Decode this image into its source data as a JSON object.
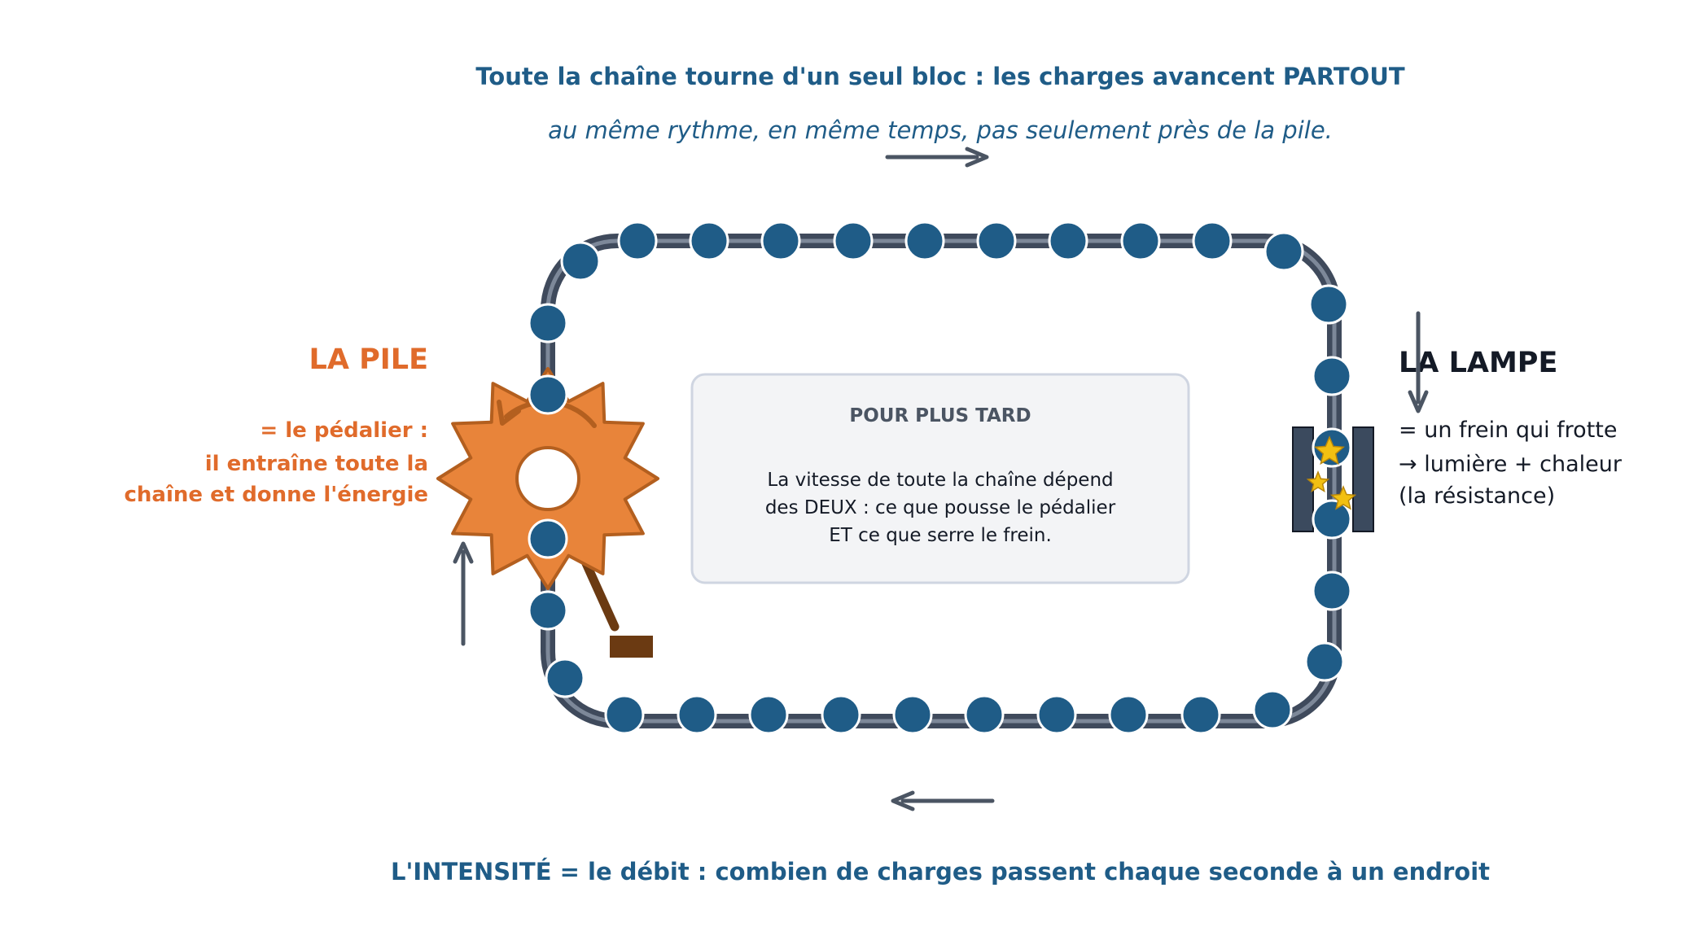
{
  "header": {
    "title": "Toute la chaîne tourne d'un seul bloc : les charges avancent PARTOUT",
    "subtitle": "au même rythme, en même temps, pas seulement près de la pile."
  },
  "pile": {
    "title": "LA PILE",
    "lines": [
      "= le pédalier :",
      "il entraîne toute la",
      "chaîne et donne l'énergie"
    ]
  },
  "lamp": {
    "title": "LA LAMPE",
    "lines": [
      "= un frein qui frotte",
      "→ lumière + chaleur",
      "(la résistance)"
    ]
  },
  "note": {
    "title": "POUR PLUS TARD",
    "lines": [
      "La vitesse de toute la chaîne dépend",
      "des DEUX : ce que pousse le pédalier",
      "ET ce que serre le frein."
    ]
  },
  "footer": {
    "text": "L'INTENSITÉ = le débit : combien de charges passent chaque seconde à un endroit"
  },
  "icons": [
    "flow-arrow-right-icon",
    "flow-arrow-left-icon",
    "flow-arrow-up-icon",
    "flow-arrow-down-icon",
    "chainring-gear-icon",
    "brake-pads-icon",
    "spark-star-icon",
    "pedal-crank-icon"
  ],
  "colors": {
    "charge": "#1f5c87",
    "chain": "#3f4a5c",
    "chain_highlight": "#7d8899",
    "gear": "#e8843a",
    "gear_stroke": "#b35f1f",
    "crank": "#6b3a12",
    "brake": "#3b4a5e",
    "spark": "#f2c012",
    "arrow": "#4b5563",
    "note_bg": "#f3f4f6",
    "note_border": "#cfd5e1"
  }
}
